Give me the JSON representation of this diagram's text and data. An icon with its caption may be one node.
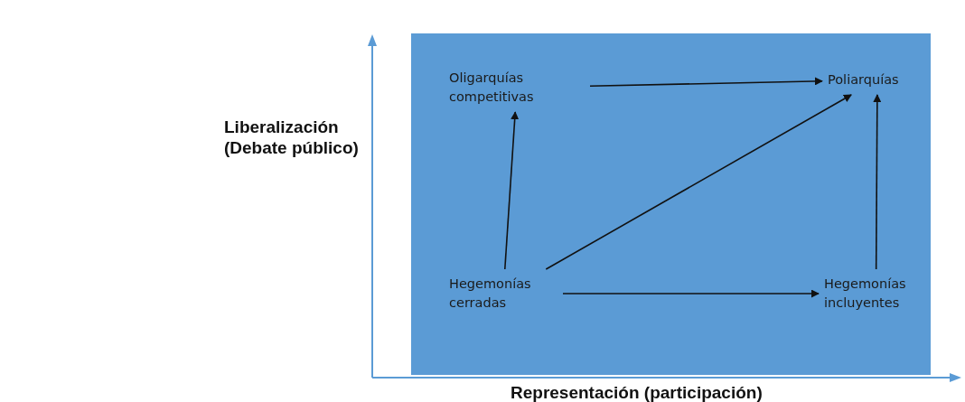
{
  "diagram": {
    "nodes": [
      {
        "text": [],
        "shape": "box"
      },
      {
        "text": [
          "Oligarquías competitivas"
        ],
        "in": 0
      },
      {
        "text": [
          "Poliarquías"
        ],
        "in": 0
      },
      {
        "text": [
          "Hegemonías cerradas"
        ],
        "in": 0
      },
      {
        "text": [
          "Hegemonías incluyentes"
        ],
        "in": 0
      }
    ],
    "edges": [
      {
        "from": 1,
        "to": 2,
        "arrow": "to"
      },
      {
        "from": 3,
        "to": 1,
        "arrow": "to"
      },
      {
        "from": 3,
        "to": 2,
        "arrow": "to"
      },
      {
        "from": 4,
        "to": 2,
        "arrow": "to"
      },
      {
        "from": 3,
        "to": 4,
        "arrow": "to"
      }
    ],
    "labels": [
      "Liberalización (Debate público)",
      "Representación (participación)"
    ]
  }
}
